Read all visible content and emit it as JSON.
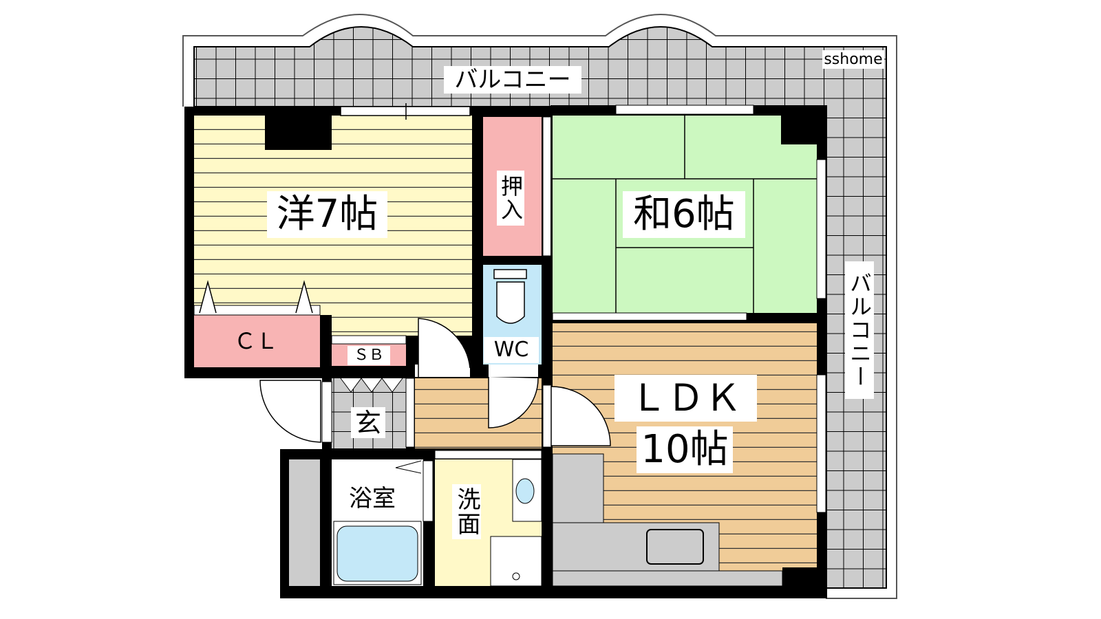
{
  "plan": {
    "brand": "sshome",
    "rooms": {
      "western": "洋7帖",
      "japanese": "和6帖",
      "ldk_type": "ＬＤＫ",
      "ldk_size": "10帖",
      "closet": "ＣＬ",
      "oshiire": "押入",
      "wc": "WC",
      "shoebox": "ＳＢ",
      "entrance": "玄",
      "bath": "浴室",
      "washroom": "洗面"
    },
    "balcony_top": "バルコニー",
    "balcony_right": "バルコニー"
  },
  "colors": {
    "western": "#fff9c8",
    "japanese": "#ccf8c0",
    "wood": "#f0cc98",
    "storage": "#f8b4b4",
    "water": "#c4e8f8",
    "tile": "#cccccc"
  }
}
